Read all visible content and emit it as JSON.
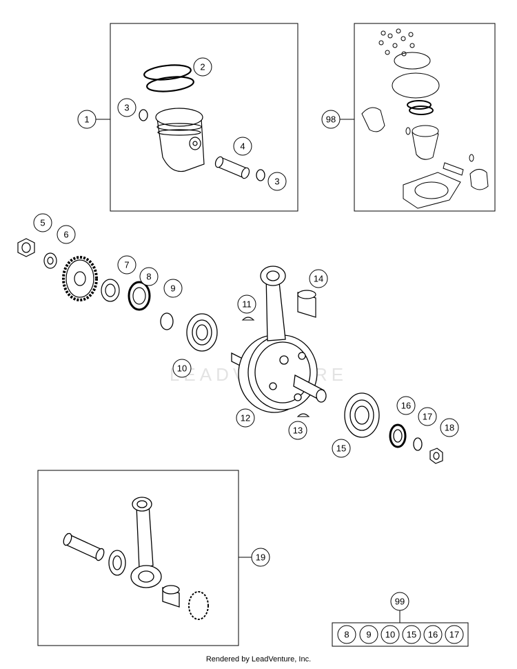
{
  "diagram": {
    "watermark": "LEADVENTURE",
    "footer_text": "Rendered by LeadVenture, Inc.",
    "callouts": [
      "1",
      "2",
      "3",
      "3",
      "4",
      "5",
      "6",
      "7",
      "8",
      "9",
      "10",
      "11",
      "12",
      "13",
      "14",
      "15",
      "16",
      "17",
      "18",
      "19",
      "98",
      "99"
    ],
    "kit_99_members": [
      "8",
      "9",
      "10",
      "15",
      "16",
      "17"
    ]
  }
}
